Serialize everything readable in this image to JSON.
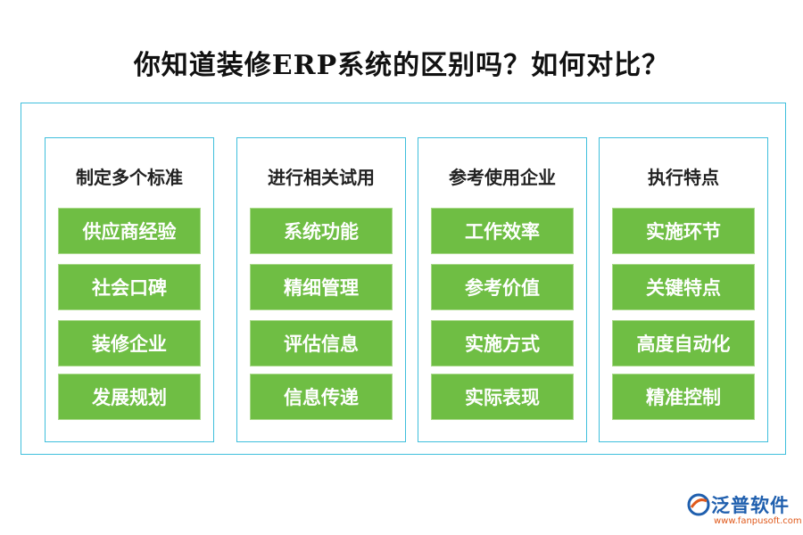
{
  "title": "你知道装修ERP系统的区别吗？如何对比？",
  "columns": [
    {
      "heading": "制定多个标准",
      "items": [
        "供应商经验",
        "社会口碑",
        "装修企业",
        "发展规划"
      ]
    },
    {
      "heading": "进行相关试用",
      "items": [
        "系统功能",
        "精细管理",
        "评估信息",
        "信息传递"
      ]
    },
    {
      "heading": "参考使用企业",
      "items": [
        "工作效率",
        "参考价值",
        "实施方式",
        "实际表现"
      ]
    },
    {
      "heading": "执行特点",
      "items": [
        "实施环节",
        "关键特点",
        "高度自动化",
        "精准控制"
      ]
    }
  ],
  "logo": {
    "name": "泛普软件",
    "url": "www.fanpusoft.com",
    "icon": "fanpu-logo-icon"
  },
  "colors": {
    "border": "#3fbfdc",
    "box": "#6fbe44",
    "logo_text": "#1f5fae",
    "logo_url": "#e05a1c"
  }
}
